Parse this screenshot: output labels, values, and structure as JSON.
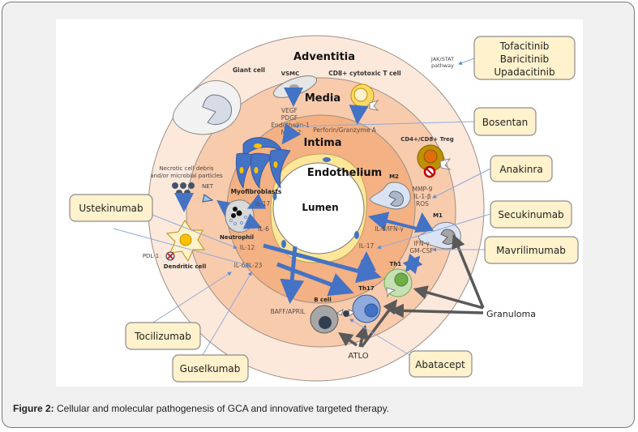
{
  "figure": {
    "caption_label": "Figure 2:",
    "caption_text": " Cellular and molecular pathogenesis of GCA and innovative targeted therapy."
  },
  "layers": {
    "adventitia": "Adventitia",
    "media": "Media",
    "intima": "Intima",
    "endothelium": "Endothelium",
    "lumen": "Lumen"
  },
  "cells": {
    "giant_cell": "Giant cell",
    "vsmc": "VSMC",
    "cd8": "CD8+ cytotoxic T cell",
    "treg": "CD4+/CD8+ Treg",
    "m2": "M2",
    "m1": "M1",
    "th1": "Th1",
    "th17": "Th17",
    "b_cell": "B cell",
    "myofibroblasts": "Myofibroblasts",
    "neutrophil": "Neutrophil",
    "dendritic": "Dendritic cell",
    "necrotic_line1": "Necrotic cell debris",
    "necrotic_line2": "and/or microbial particles",
    "net": "NET",
    "pdl1": "PDL-1",
    "granuloma": "Granuloma",
    "atlo": "ATLO"
  },
  "mediators": {
    "vegf": "VEGF",
    "pdgf": "PDGF",
    "endothelin": "Endothelin-1",
    "mmp2": "MMP-2",
    "perforin": "Perforin/Granzyme A",
    "mmp9": "MMP-9",
    "il1b": "IL-1-β",
    "ros": "ROS",
    "il6ifn": "IL-6/IFN-γ",
    "il17_right": "IL-17",
    "ifng": "IFN-γ",
    "gmcsf": "GM-CSF",
    "il17_left": "IL-17",
    "il6": "IL-6",
    "il12": "IL-12",
    "il6il23": "IL-6/IL-23",
    "baff": "BAFF/APRIL",
    "jak_line1": "JAK/STAT",
    "jak_line2": "pathway"
  },
  "drugs": {
    "jak_line1": "Tofacitinib",
    "jak_line2": "Baricitinib",
    "jak_line3": "Upadacitinib",
    "bosentan": "Bosentan",
    "anakinra": "Anakinra",
    "secukinumab": "Secukinumab",
    "mavrilimumab": "Mavrilimumab",
    "ustekinumab": "Ustekinumab",
    "tocilizumab": "Tocilizumab",
    "guselkumab": "Guselkumab",
    "abatacept": "Abatacept"
  },
  "colors": {
    "adventitia": "#fde9db",
    "media": "#f8cbad",
    "intima": "#f4b183",
    "drug_box": "#fff2cc",
    "arrow_blue": "#4472c4",
    "arrow_gray": "#595959"
  }
}
